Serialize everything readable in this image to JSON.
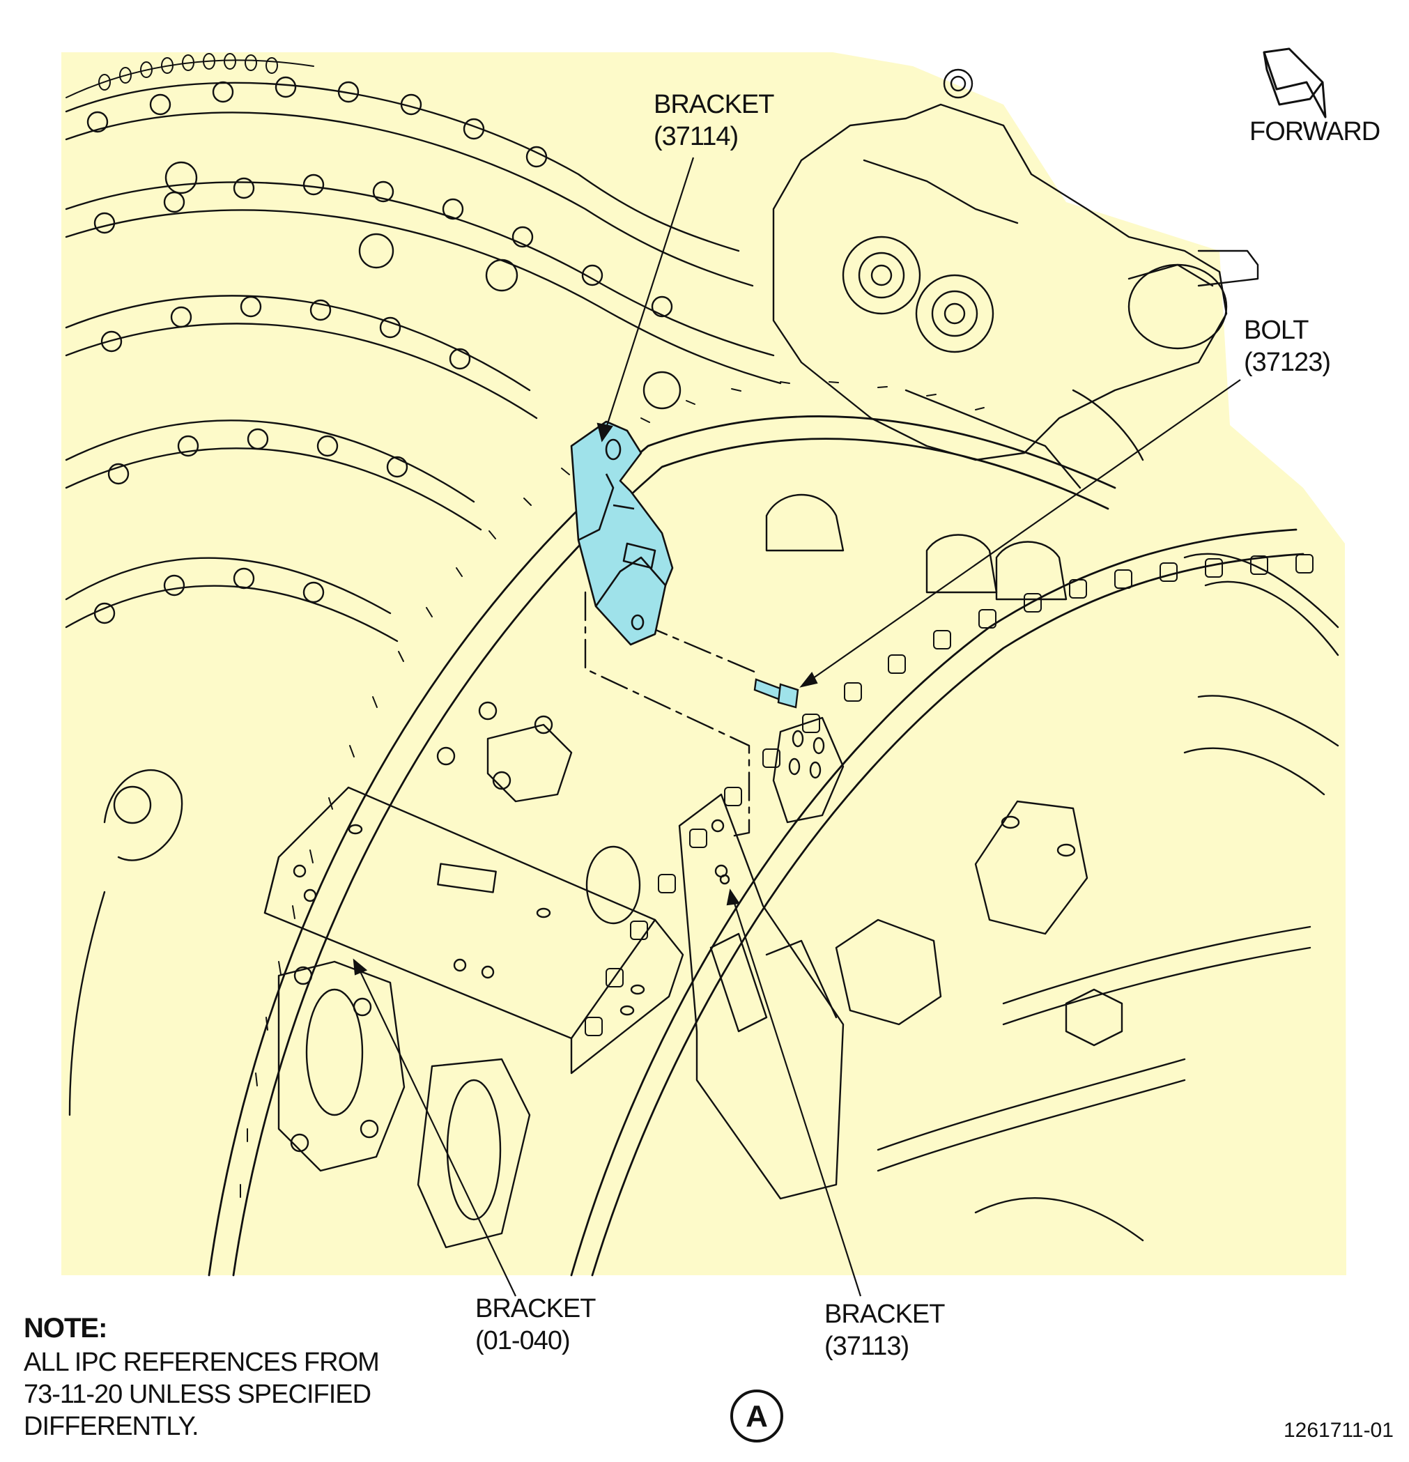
{
  "colors": {
    "background_fill": "#fdfac9",
    "highlight_part": "#9fe2ea",
    "line": "#111111"
  },
  "labels": {
    "bracket_37114": [
      "BRACKET",
      "(37114)"
    ],
    "bolt_37123": [
      "BOLT",
      "(37123)"
    ],
    "bracket_01_040": [
      "BRACKET",
      "(01-040)"
    ],
    "bracket_37113": [
      "BRACKET",
      "(37113)"
    ],
    "forward": "FORWARD"
  },
  "note": {
    "title": "NOTE:",
    "lines": [
      "ALL IPC REFERENCES FROM",
      "73-11-20 UNLESS SPECIFIED",
      "DIFFERENTLY."
    ]
  },
  "view_marker": "A",
  "figure_number": "1261711-01",
  "icons": {
    "forward": "forward-arrow-icon"
  }
}
